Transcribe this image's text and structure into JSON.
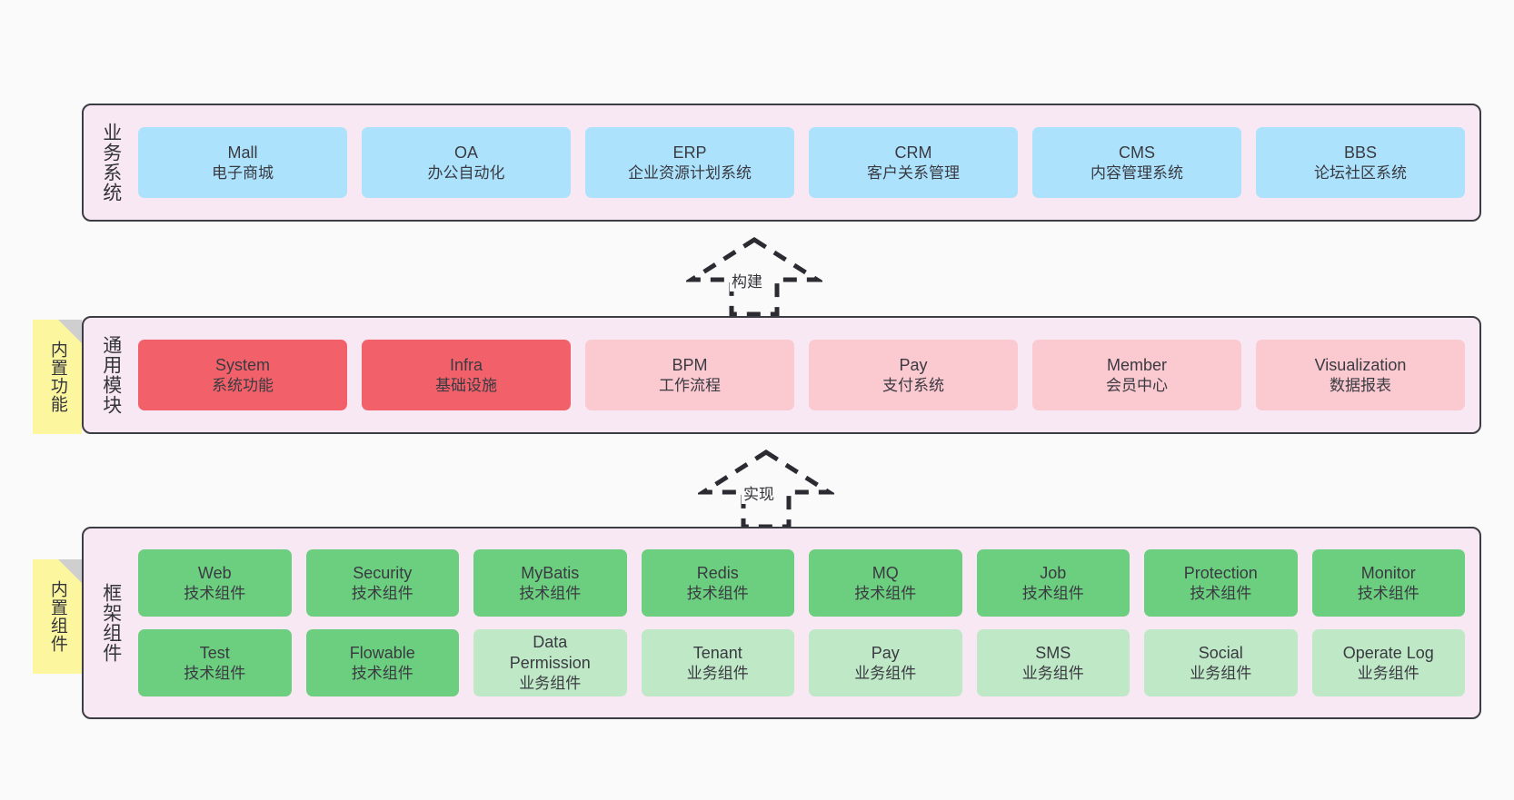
{
  "diagram": {
    "title_note_functions": "内置功能",
    "title_note_components": "内置组件",
    "background_color": "#fafafa",
    "layer_bg_color": "#f8e8f3",
    "layer_border_color": "#3c3c44",
    "note_color": "#fcf79e",
    "note_fold_color": "#cfcfcf"
  },
  "layers": [
    {
      "id": "business-system",
      "title": "业务系统",
      "box_color": "#ace2fb",
      "rows": [
        {
          "boxes": [
            {
              "en": "Mall",
              "cn": "电子商城",
              "color": "#ace2fb"
            },
            {
              "en": "OA",
              "cn": "办公自动化",
              "color": "#ace2fb"
            },
            {
              "en": "ERP",
              "cn": "企业资源计划系统",
              "color": "#ace2fb"
            },
            {
              "en": "CRM",
              "cn": "客户关系管理",
              "color": "#ace2fb"
            },
            {
              "en": "CMS",
              "cn": "内容管理系统",
              "color": "#ace2fb"
            },
            {
              "en": "BBS",
              "cn": "论坛社区系统",
              "color": "#ace2fb"
            }
          ]
        }
      ]
    },
    {
      "id": "common-module",
      "title": "通用模块",
      "rows": [
        {
          "boxes": [
            {
              "en": "System",
              "cn": "系统功能",
              "color": "#f2616a"
            },
            {
              "en": "Infra",
              "cn": "基础设施",
              "color": "#f2616a"
            },
            {
              "en": "BPM",
              "cn": "工作流程",
              "color": "#fbc9d0"
            },
            {
              "en": "Pay",
              "cn": "支付系统",
              "color": "#fbc9d0"
            },
            {
              "en": "Member",
              "cn": "会员中心",
              "color": "#fbc9d0"
            },
            {
              "en": "Visualization",
              "cn": "数据报表",
              "color": "#fbc9d0"
            }
          ]
        }
      ]
    },
    {
      "id": "framework-component",
      "title": "框架组件",
      "rows": [
        {
          "boxes": [
            {
              "en": "Web",
              "cn": "技术组件",
              "color": "#6cce7f"
            },
            {
              "en": "Security",
              "cn": "技术组件",
              "color": "#6cce7f"
            },
            {
              "en": "MyBatis",
              "cn": "技术组件",
              "color": "#6cce7f"
            },
            {
              "en": "Redis",
              "cn": "技术组件",
              "color": "#6cce7f"
            },
            {
              "en": "MQ",
              "cn": "技术组件",
              "color": "#6cce7f"
            },
            {
              "en": "Job",
              "cn": "技术组件",
              "color": "#6cce7f"
            },
            {
              "en": "Protection",
              "cn": "技术组件",
              "color": "#6cce7f"
            },
            {
              "en": "Monitor",
              "cn": "技术组件",
              "color": "#6cce7f"
            }
          ]
        },
        {
          "boxes": [
            {
              "en": "Test",
              "cn": "技术组件",
              "color": "#6cce7f"
            },
            {
              "en": "Flowable",
              "cn": "技术组件",
              "color": "#6cce7f"
            },
            {
              "en": "Data Permission",
              "cn": "业务组件",
              "color": "#bfe8c6"
            },
            {
              "en": "Tenant",
              "cn": "业务组件",
              "color": "#bfe8c6"
            },
            {
              "en": "Pay",
              "cn": "业务组件",
              "color": "#bfe8c6"
            },
            {
              "en": "SMS",
              "cn": "业务组件",
              "color": "#bfe8c6"
            },
            {
              "en": "Social",
              "cn": "业务组件",
              "color": "#bfe8c6"
            },
            {
              "en": "Operate Log",
              "cn": "业务组件",
              "color": "#bfe8c6"
            }
          ]
        }
      ]
    }
  ],
  "connectors": [
    {
      "id": "build",
      "label": "构建"
    },
    {
      "id": "implement",
      "label": "实现"
    }
  ]
}
